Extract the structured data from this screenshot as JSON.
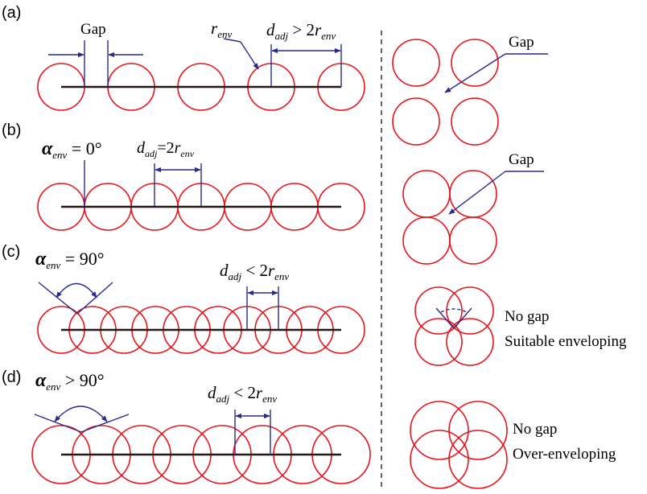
{
  "colors": {
    "circle": "#e8141c",
    "baseline": "#231815",
    "annotation": "#2a2a8c"
  },
  "panels": {
    "a": {
      "label": "(a)",
      "gap": "Gap",
      "radius": {
        "main": "r",
        "sub": "env"
      },
      "distance": {
        "main": "d",
        "sub": "adj",
        "op": " > 2",
        "rhs_main": "r",
        "rhs_sub": "env"
      },
      "right_gap": "Gap"
    },
    "b": {
      "label": "(b)",
      "angle": {
        "symbol": "α",
        "sub": "env",
        "value": " = 0°"
      },
      "distance": {
        "main": "d",
        "sub": "adj",
        "op": "=2",
        "rhs_main": "r",
        "rhs_sub": "env"
      },
      "right_gap": "Gap"
    },
    "c": {
      "label": "(c)",
      "angle": {
        "symbol": "α",
        "sub": "env",
        "value": " = 90°"
      },
      "distance": {
        "main": "d",
        "sub": "adj",
        "op": " < 2",
        "rhs_main": "r",
        "rhs_sub": "env"
      },
      "right_note_1": "No gap",
      "right_note_2": "Suitable enveloping"
    },
    "d": {
      "label": "(d)",
      "angle": {
        "symbol": "α",
        "sub": "env",
        "value": " > 90°"
      },
      "distance": {
        "main": "d",
        "sub": "adj",
        "op": " < 2",
        "rhs_main": "r",
        "rhs_sub": "env"
      },
      "right_note_1": "No gap",
      "right_note_2": "Over-enveloping"
    }
  }
}
